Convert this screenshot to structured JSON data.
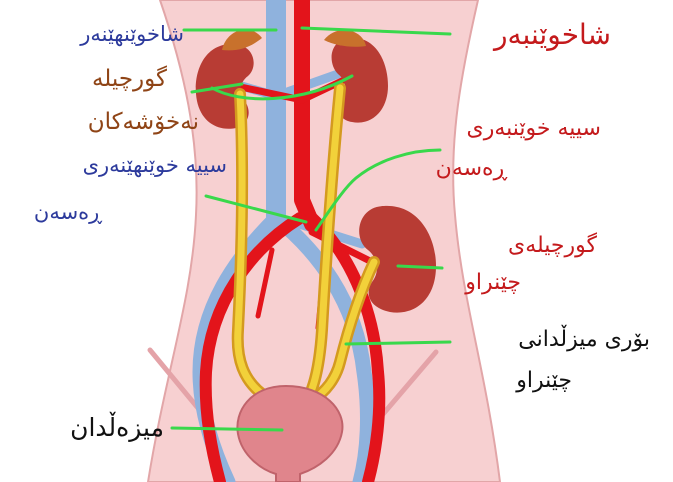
{
  "labels": {
    "vena_cava": "شاخوێنهێنەر",
    "aorta": "شاخوێنبەر",
    "adrenal_gland": "گورچیلە",
    "adrenal_gland_2": "نەخۆشەکان",
    "renal_artery": "سییە خوێنبەری",
    "renal_artery_2": "ڕەسەن",
    "renal_vein": "سییە خوێنهێنەری",
    "renal_vein_2": "ڕەسەن",
    "kidney": "گورچیلەی",
    "kidney_2": "چێنراو",
    "ureter": "بۆری میزڵدانی",
    "ureter_2": "چێنراو",
    "bladder": "میزەڵدان"
  },
  "colors": {
    "artery": "#e3141b",
    "vein": "#8fb2dd",
    "ureter": "#f2d13a",
    "kidney": "#b83c34",
    "adrenal": "#c8712c",
    "bladder": "#e0858c",
    "body": "#f7d0d1",
    "pointer": "#39d84b"
  }
}
